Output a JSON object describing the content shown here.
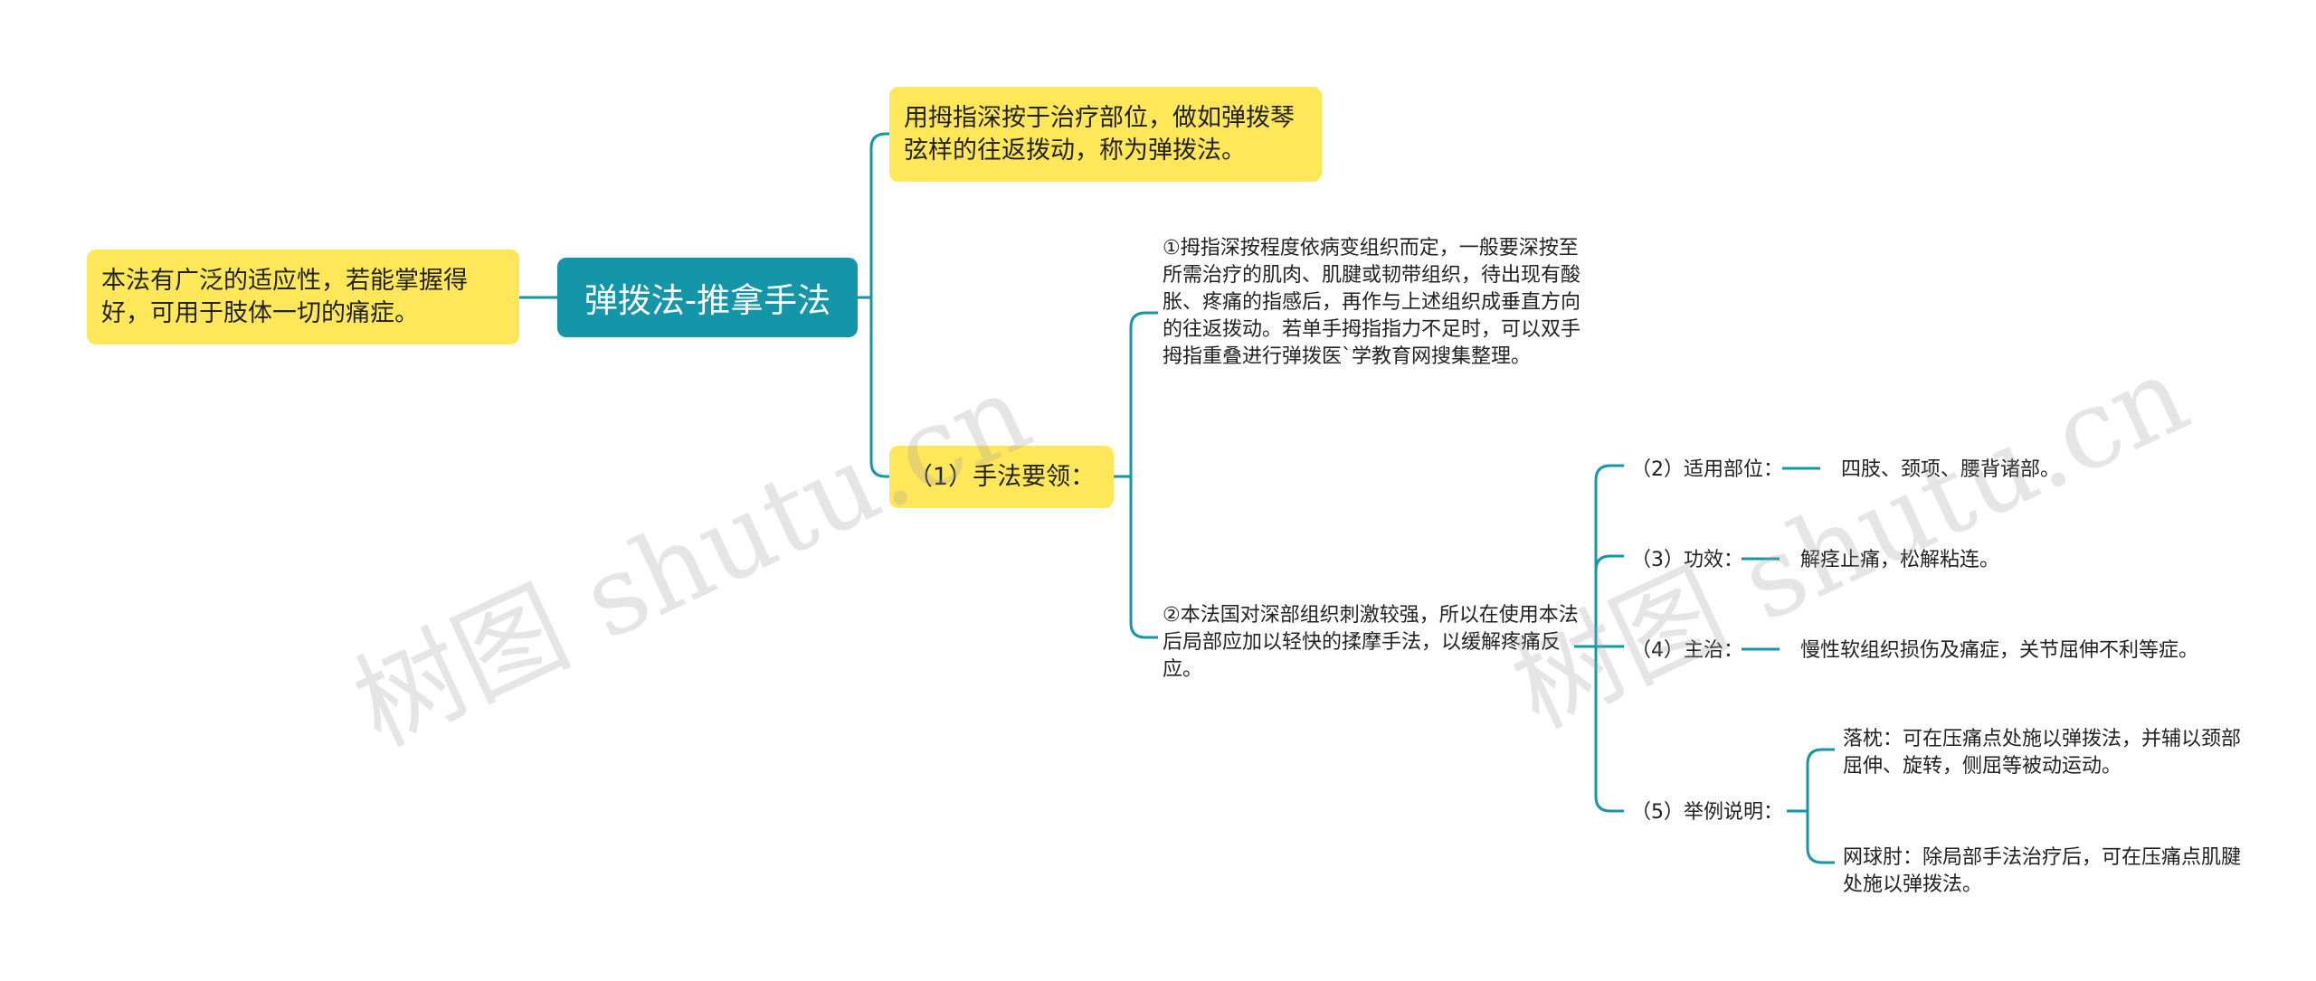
{
  "root": {
    "label": "弹拨法-推拿手法"
  },
  "left_note": {
    "text": "本法有广泛的适应性，若能掌握得好，可用于肢体一切的痛症。"
  },
  "definition": {
    "text": "用拇指深按于治疗部位，做如弹拨琴弦样的往返拨动，称为弹拨法。"
  },
  "key_points": {
    "label": "（1）手法要领：",
    "item_1": "①拇指深按程度依病变组织而定，一般要深按至所需治疗的肌肉、肌腱或韧带组织，待出现有酸胀、疼痛的指感后，再作与上述组织成垂直方向的往返拨动。若单手拇指指力不足时，可以双手拇指重叠进行弹拨医`学教育网搜集整理。",
    "item_2": "②本法国对深部组织刺激较强，所以在使用本法后局部应加以轻快的揉摩手法，以缓解疼痛反应。"
  },
  "application": {
    "label": "（2）适用部位：",
    "value": "四肢、颈项、腰背诸部。"
  },
  "effect": {
    "label": "（3）功效：",
    "value": "解痉止痛，松解粘连。"
  },
  "indication": {
    "label": "（4）主治：",
    "value": "慢性软组织损伤及痛症，关节屈伸不利等症。"
  },
  "examples": {
    "label": "（5）举例说明：",
    "item_1": "落枕：可在压痛点处施以弹拨法，并辅以颈部屈伸、旋转，侧屈等被动运动。",
    "item_2": "网球肘：除局部手法治疗后，可在压痛点肌腱处施以弹拨法。"
  },
  "watermark": {
    "text": "树图 shutu.cn"
  },
  "colors": {
    "root": "#1595a8",
    "yellow": "#ffe75a",
    "line": "#1595a8",
    "text": "#222222"
  }
}
